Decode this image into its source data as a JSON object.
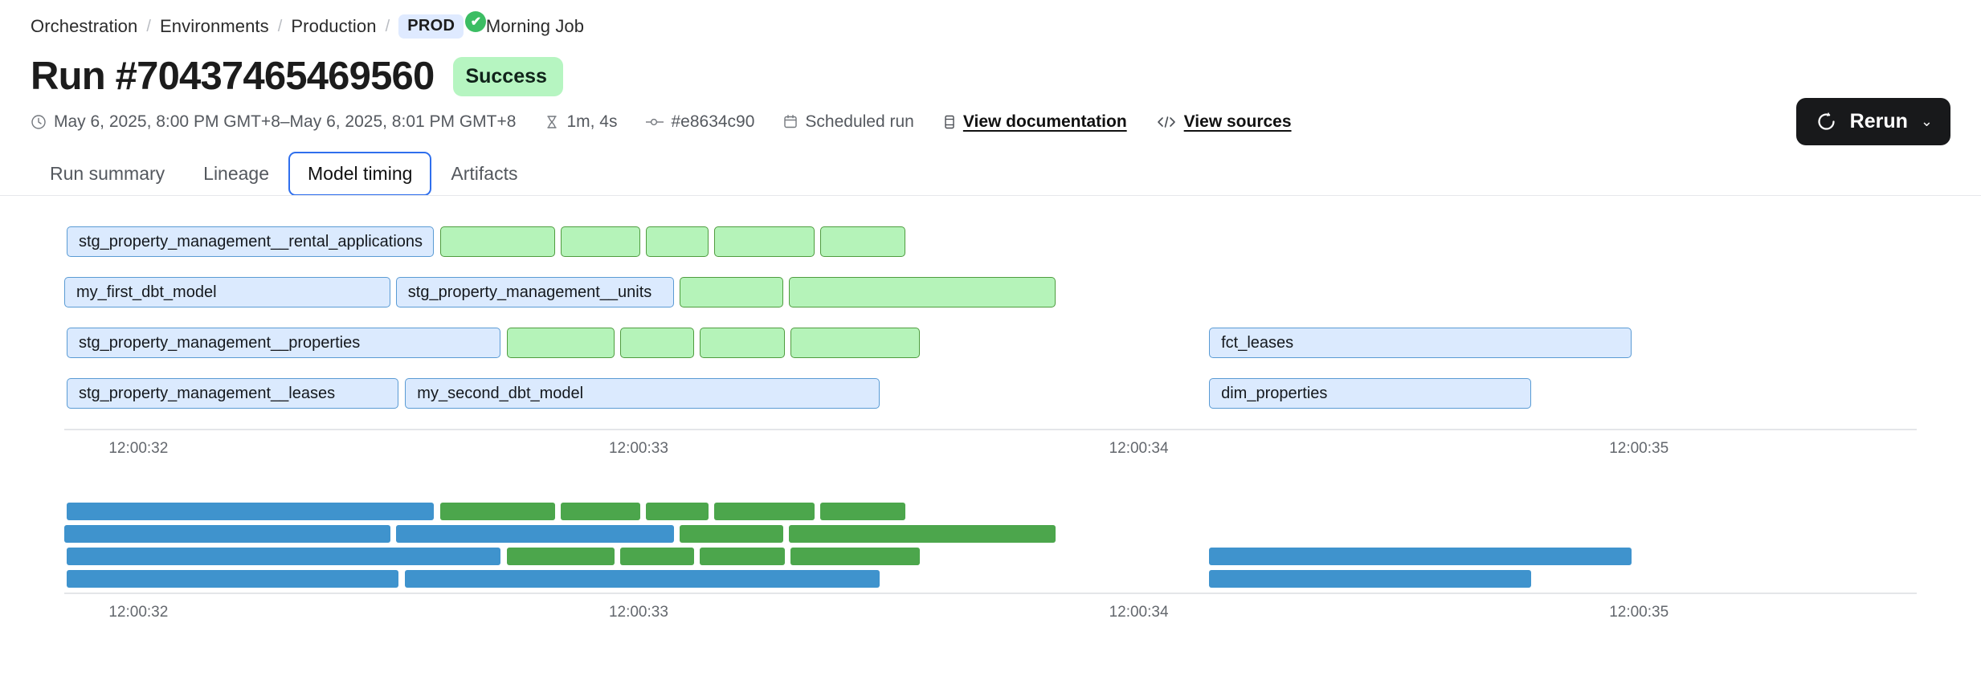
{
  "breadcrumb": {
    "items": [
      {
        "label": "Orchestration",
        "type": "link"
      },
      {
        "label": "Environments",
        "type": "link"
      },
      {
        "label": "Production",
        "type": "link"
      },
      {
        "label": "PROD",
        "type": "tag"
      },
      {
        "label": "Morning Job",
        "type": "text"
      }
    ],
    "separator": "/"
  },
  "header": {
    "title": "Run #70437465469560",
    "status_badge": {
      "label": "Success",
      "icon": "check-circle-icon",
      "color": "#b6f5c1"
    },
    "meta": {
      "time_range": "May 6, 2025, 8:00 PM GMT+8–May 6, 2025, 8:01 PM GMT+8",
      "duration": "1m, 4s",
      "commit": "#e8634c90",
      "trigger": "Scheduled run",
      "documentation_link": "View documentation",
      "sources_link": "View sources"
    },
    "rerun": {
      "label": "Rerun",
      "icon": "refresh-icon",
      "chevron": "⌄"
    }
  },
  "tabs": [
    {
      "label": "Run summary",
      "active": false
    },
    {
      "label": "Lineage",
      "active": false
    },
    {
      "label": "Model timing",
      "active": true
    },
    {
      "label": "Artifacts",
      "active": false
    }
  ],
  "chart_data": {
    "type": "bar",
    "title": "Model timing",
    "xlabel": "",
    "ylabel": "",
    "axis_ticks": [
      "12:00:32",
      "12:00:33",
      "12:00:34",
      "12:00:35"
    ],
    "axis_tick_positions_pct": [
      2.4,
      29.4,
      56.4,
      83.4
    ],
    "colors": {
      "model_fill": "#dbeafe",
      "model_stroke": "#5a9bd4",
      "test_fill": "#b5f3b9",
      "test_stroke": "#4f9c3f",
      "minimap_model": "#3f93cd",
      "minimap_test": "#4ca64c"
    },
    "legend_position": "none",
    "grid": false,
    "rows": [
      {
        "index": 0,
        "bars": [
          {
            "label": "stg_property_management__rental_applications",
            "kind": "model",
            "start_pct": 0.13,
            "width_pct": 19.8
          },
          {
            "label": "",
            "kind": "test",
            "start_pct": 20.3,
            "width_pct": 6.2
          },
          {
            "label": "",
            "kind": "test",
            "start_pct": 26.8,
            "width_pct": 4.3
          },
          {
            "label": "",
            "kind": "test",
            "start_pct": 31.4,
            "width_pct": 3.4
          },
          {
            "label": "",
            "kind": "test",
            "start_pct": 35.1,
            "width_pct": 5.4
          },
          {
            "label": "",
            "kind": "test",
            "start_pct": 40.8,
            "width_pct": 4.6
          }
        ]
      },
      {
        "index": 1,
        "bars": [
          {
            "label": "my_first_dbt_model",
            "kind": "model",
            "start_pct": 0.0,
            "width_pct": 17.6
          },
          {
            "label": "stg_property_management__units",
            "kind": "model",
            "start_pct": 17.9,
            "width_pct": 15.0
          },
          {
            "label": "",
            "kind": "test",
            "start_pct": 33.2,
            "width_pct": 5.6
          },
          {
            "label": "",
            "kind": "test",
            "start_pct": 39.1,
            "width_pct": 14.4
          }
        ]
      },
      {
        "index": 2,
        "bars": [
          {
            "label": "stg_property_management__properties",
            "kind": "model",
            "start_pct": 0.13,
            "width_pct": 23.4
          },
          {
            "label": "",
            "kind": "test",
            "start_pct": 23.9,
            "width_pct": 5.8
          },
          {
            "label": "",
            "kind": "test",
            "start_pct": 30.0,
            "width_pct": 4.0
          },
          {
            "label": "",
            "kind": "test",
            "start_pct": 34.3,
            "width_pct": 4.6
          },
          {
            "label": "",
            "kind": "test",
            "start_pct": 39.2,
            "width_pct": 7.0
          },
          {
            "label": "fct_leases",
            "kind": "model",
            "start_pct": 61.8,
            "width_pct": 22.8
          }
        ]
      },
      {
        "index": 3,
        "bars": [
          {
            "label": "stg_property_management__leases",
            "kind": "model",
            "start_pct": 0.13,
            "width_pct": 17.9
          },
          {
            "label": "my_second_dbt_model",
            "kind": "model",
            "start_pct": 18.4,
            "width_pct": 25.6
          },
          {
            "label": "dim_properties",
            "kind": "model",
            "start_pct": 61.8,
            "width_pct": 17.4
          }
        ]
      }
    ],
    "minimap_rows": [
      {
        "index": 0,
        "bars": [
          {
            "kind": "model",
            "start_pct": 0.13,
            "width_pct": 19.8
          },
          {
            "kind": "test",
            "start_pct": 20.3,
            "width_pct": 6.2
          },
          {
            "kind": "test",
            "start_pct": 26.8,
            "width_pct": 4.3
          },
          {
            "kind": "test",
            "start_pct": 31.4,
            "width_pct": 3.4
          },
          {
            "kind": "test",
            "start_pct": 35.1,
            "width_pct": 5.4
          },
          {
            "kind": "test",
            "start_pct": 40.8,
            "width_pct": 4.6
          }
        ]
      },
      {
        "index": 1,
        "bars": [
          {
            "kind": "model",
            "start_pct": 0.0,
            "width_pct": 17.6
          },
          {
            "kind": "model",
            "start_pct": 17.9,
            "width_pct": 15.0
          },
          {
            "kind": "test",
            "start_pct": 33.2,
            "width_pct": 5.6
          },
          {
            "kind": "test",
            "start_pct": 39.1,
            "width_pct": 14.4
          }
        ]
      },
      {
        "index": 2,
        "bars": [
          {
            "kind": "model",
            "start_pct": 0.13,
            "width_pct": 23.4
          },
          {
            "kind": "test",
            "start_pct": 23.9,
            "width_pct": 5.8
          },
          {
            "kind": "test",
            "start_pct": 30.0,
            "width_pct": 4.0
          },
          {
            "kind": "test",
            "start_pct": 34.3,
            "width_pct": 4.6
          },
          {
            "kind": "test",
            "start_pct": 39.2,
            "width_pct": 7.0
          },
          {
            "kind": "model",
            "start_pct": 61.8,
            "width_pct": 22.8
          }
        ]
      },
      {
        "index": 3,
        "bars": [
          {
            "kind": "model",
            "start_pct": 0.13,
            "width_pct": 17.9
          },
          {
            "kind": "model",
            "start_pct": 18.4,
            "width_pct": 25.6
          },
          {
            "kind": "model",
            "start_pct": 61.8,
            "width_pct": 17.4
          }
        ]
      }
    ],
    "minimap_axis_ticks": [
      "12:00:32",
      "12:00:33",
      "12:00:34",
      "12:00:35"
    ]
  }
}
